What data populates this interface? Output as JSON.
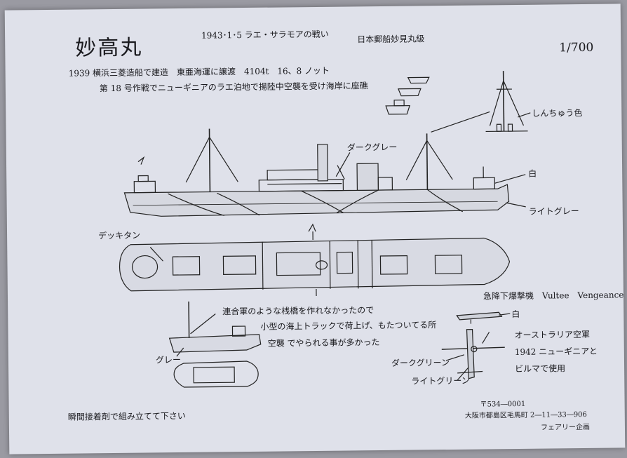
{
  "header": {
    "title": "妙高丸",
    "subtitle": "1943･1･5 ラエ・サラモアの戦い",
    "class_name": "日本郵船妙見丸級",
    "scale": "1/700"
  },
  "history": {
    "line1": "1939 横浜三菱造船で建造　東亜海運に譲渡　4104t　16、8 ノット",
    "line2": "第 18 号作戦でニューギニアのラエ泊地で揚陸中空襲を受け海岸に座礁"
  },
  "labels": {
    "shinchuu": "しんちゅう色",
    "dark_grey": "ダークグレー",
    "white": "白",
    "light_grey": "ライトグレー",
    "deck_tan": "デッキタン",
    "grey": "グレー",
    "plane_white": "白",
    "dark_green": "ダークグリーン",
    "light_green": "ライトグリーン"
  },
  "notes": {
    "line1": "連合軍のような桟橋を作れなかったので",
    "line2": "小型の海上トラックで荷上げ、もたついてる所",
    "line3": "空襲 でやられる事が多かった"
  },
  "aircraft": {
    "title": "急降下爆撃機　Vultee　Vengeance",
    "line1": "オーストラリア空軍",
    "line2": "1942 ニューギニアと",
    "line3": "ビルマで使用"
  },
  "footer": {
    "instruction": "瞬間接着剤で組み立てて下さい",
    "postal": "〒534―0001",
    "address": "大阪市都島区毛馬町 2―11―33―906",
    "maker": "フェアリー企画"
  }
}
